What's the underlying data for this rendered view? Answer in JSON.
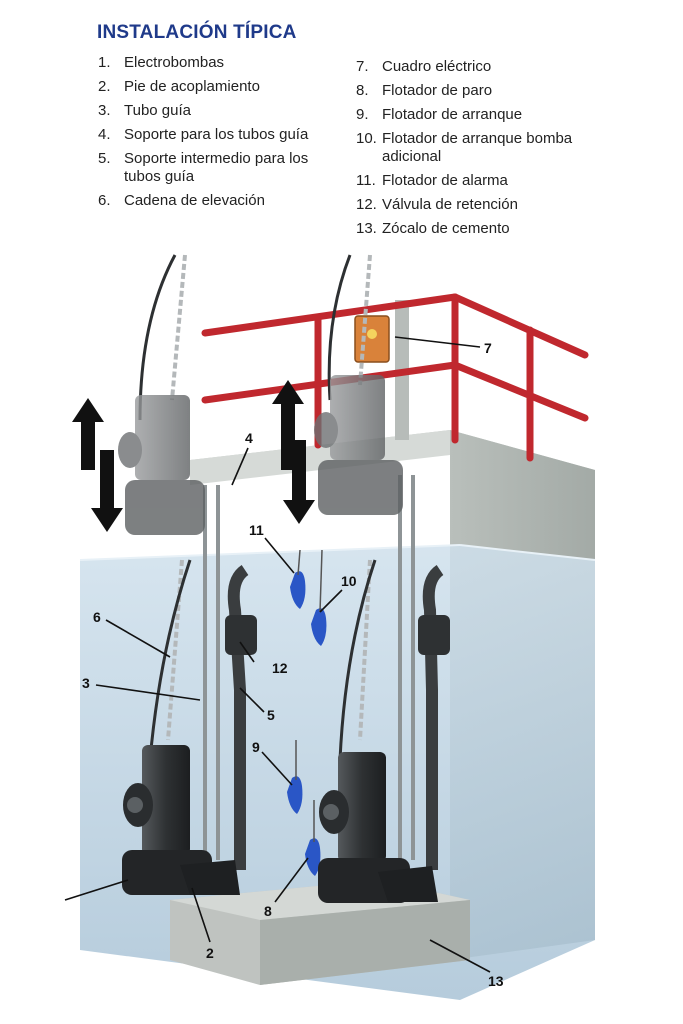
{
  "title": "INSTALACIÓN TÍPICA",
  "legend_left": [
    {
      "num": "1.",
      "text": "Electrobombas"
    },
    {
      "num": "2.",
      "text": "Pie de acoplamiento"
    },
    {
      "num": "3.",
      "text": "Tubo guía"
    },
    {
      "num": "4.",
      "text": "Soporte para los tubos guía"
    },
    {
      "num": "5.",
      "text": "Soporte intermedio para los tubos guía"
    },
    {
      "num": "6.",
      "text": "Cadena de elevación"
    }
  ],
  "legend_right": [
    {
      "num": "7.",
      "text": "Cuadro eléctrico"
    },
    {
      "num": "8.",
      "text": "Flotador de paro"
    },
    {
      "num": "9.",
      "text": "Flotador de arranque"
    },
    {
      "num": "10.",
      "text": "Flotador de arranque bomba adicional"
    },
    {
      "num": "11.",
      "text": "Flotador de alarma"
    },
    {
      "num": "12.",
      "text": "Válvula de retención"
    },
    {
      "num": "13.",
      "text": "Zócalo de cemento"
    }
  ],
  "callouts": {
    "c2": "2",
    "c3": "3",
    "c4": "4",
    "c5": "5",
    "c6": "6",
    "c7": "7",
    "c8": "8",
    "c9": "9",
    "c10": "10",
    "c11": "11",
    "c12": "12",
    "c13": "13"
  },
  "colors": {
    "title": "#1f3a8a",
    "railing": "#c0282e",
    "concrete": "#c9cdca",
    "water": "#bcd3e3",
    "pump": "#3a3d3f",
    "float": "#2a56c6"
  }
}
